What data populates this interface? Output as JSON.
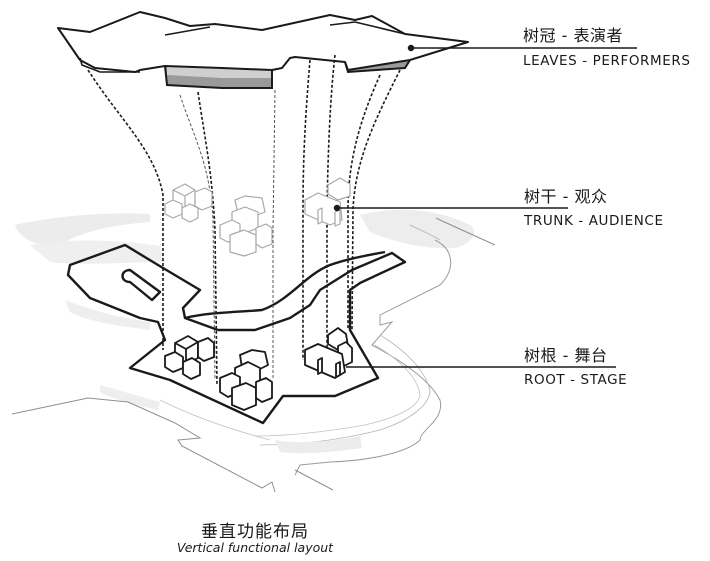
{
  "diagram": {
    "labels": [
      {
        "id": "leaves",
        "zh": "树冠 - 表演者",
        "en": "LEAVES - PERFORMERS"
      },
      {
        "id": "trunk",
        "zh": "树干 - 观众",
        "en": "TRUNK - AUDIENCE"
      },
      {
        "id": "root",
        "zh": "树根 - 舞台",
        "en": "ROOT - STAGE"
      }
    ],
    "caption": {
      "zh": "垂直功能布局",
      "en": "Vertical functional layout"
    },
    "colors": {
      "outline": "#1a1a1a",
      "canopy_shade_dark": "#9a9a9a",
      "canopy_shade_light": "#cfcfcf",
      "terrain_fill": "#ececec",
      "terrain_line": "#9b9b9b",
      "ghost_building": "#a8a8a8"
    }
  }
}
